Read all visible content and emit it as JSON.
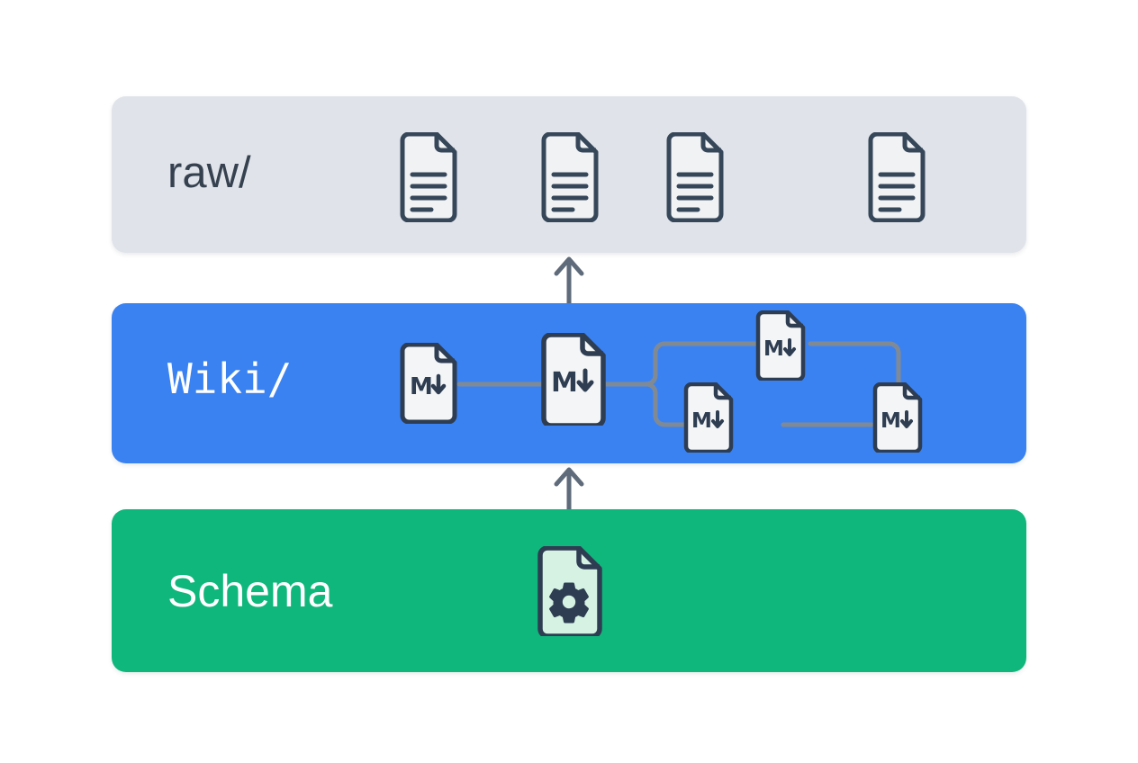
{
  "diagram": {
    "title": "raw-wiki-schema-pipeline",
    "background": "#ffffff",
    "bands": [
      {
        "id": "raw",
        "label": "raw/",
        "color": "#e0e4ea",
        "label_color": "#364150",
        "label_font": "sans",
        "icon_kind": "document-icon",
        "icon_count": 4
      },
      {
        "id": "wiki",
        "label": "Wiki/",
        "color": "#3a82f2",
        "label_color": "#ffffff",
        "label_font": "mono",
        "icon_kind": "markdown-document-icon",
        "icon_count": 5
      },
      {
        "id": "schema",
        "label": "Schema",
        "color": "#10b77c",
        "label_color": "#ffffff",
        "label_font": "sans",
        "icon_kind": "gear-document-icon",
        "icon_count": 1
      }
    ],
    "icons": {
      "document_glyph": "document-icon",
      "markdown_glyph": "M",
      "markdown_arrow_glyph": "down-arrow",
      "gear_glyph": "gear-icon",
      "doc_outline_color": "#37475a",
      "doc_fill_color": "#f5f7f8",
      "gear_doc_fill_color": "#d5f2e3"
    },
    "connectors": {
      "color": "#808a95",
      "flow_arrow_color": "#5f6b7a",
      "arrow_up_schema_to_wiki": "up-arrow",
      "arrow_up_wiki_to_raw": "up-arrow"
    },
    "raw_documents": [
      {
        "name": "document-1"
      },
      {
        "name": "document-2"
      },
      {
        "name": "document-3"
      },
      {
        "name": "document-4"
      }
    ],
    "wiki_documents": [
      {
        "name": "markdown-1",
        "label": "M"
      },
      {
        "name": "markdown-2",
        "label": "M"
      },
      {
        "name": "markdown-3-top",
        "label": "M"
      },
      {
        "name": "markdown-4-bottom",
        "label": "M"
      },
      {
        "name": "markdown-5-right",
        "label": "M"
      }
    ],
    "schema_documents": [
      {
        "name": "schema-config-document"
      }
    ]
  }
}
